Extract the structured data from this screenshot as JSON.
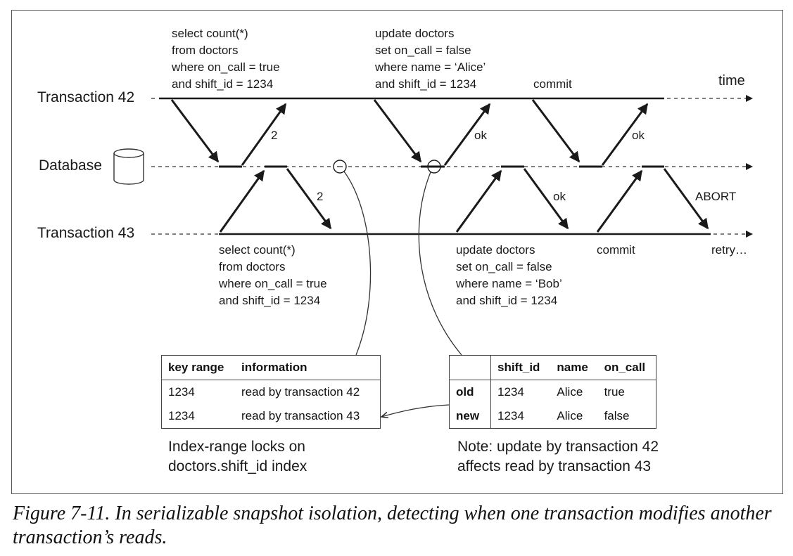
{
  "time_label": "time",
  "lanes": {
    "t42": "Transaction 42",
    "db": "Database",
    "t43": "Transaction 43"
  },
  "t42_events": {
    "select_query": [
      "select count(*)",
      "from doctors",
      "where on_call = true",
      "and shift_id = 1234"
    ],
    "select_result": "2",
    "update_query": [
      "update doctors",
      "set on_call = false",
      "where name = ‘Alice’",
      "and shift_id = 1234"
    ],
    "update_result": "ok",
    "commit": "commit",
    "commit_result": "ok"
  },
  "t43_events": {
    "select_query": [
      "select count(*)",
      "from doctors",
      "where on_call = true",
      "and shift_id = 1234"
    ],
    "select_result": "2",
    "update_query": [
      "update doctors",
      "set on_call = false",
      "where name = ‘Bob’",
      "and shift_id = 1234"
    ],
    "update_result": "ok",
    "commit": "commit",
    "commit_result": "ABORT",
    "retry": "retry…"
  },
  "index_table": {
    "headers": [
      "key range",
      "information"
    ],
    "rows": [
      [
        "1234",
        "read by transaction 42"
      ],
      [
        "1234",
        "read by transaction 43"
      ]
    ],
    "note": [
      "Index-range locks on",
      "doctors.shift_id index"
    ]
  },
  "rows_table": {
    "headers": [
      "",
      "shift_id",
      "name",
      "on_call"
    ],
    "rows": [
      [
        "old",
        "1234",
        "Alice",
        "true"
      ],
      [
        "new",
        "1234",
        "Alice",
        "false"
      ]
    ],
    "note": [
      "Note: update by transaction 42",
      "affects read by transaction 43"
    ]
  },
  "caption": "Figure 7-11. In serializable snapshot isolation, detecting when one transaction modifies another transaction’s reads."
}
